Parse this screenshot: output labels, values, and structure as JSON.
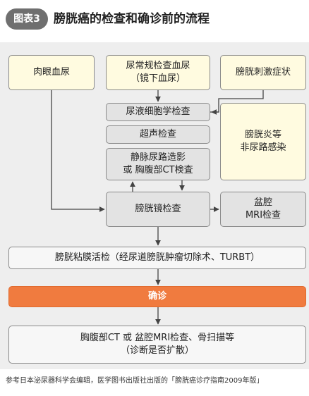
{
  "figure": {
    "label": "图表3",
    "title": "膀胱癌的检查和确诊前的流程"
  },
  "nodes": {
    "flesh_eye_hematuria": "肉眼血尿",
    "urine_routine_line1": "尿常规检查血尿",
    "urine_routine_line2": "（镜下血尿）",
    "bladder_irritation": "膀胱刺激症状",
    "urine_cytology": "尿液细胞学检查",
    "ultrasound": "超声检查",
    "ivp_line1": "静脉尿路造影",
    "ivp_line2": "或 胸腹部CT検査",
    "cystitis_line1": "膀胱炎等",
    "cystitis_line2": "非尿路感染",
    "cystoscopy": "膀胱镜检查",
    "pelvic_mri_line1": "盆腔",
    "pelvic_mri_line2": "MRI检查",
    "biopsy": "膀胱粘膜活检（经尿道膀胱肿瘤切除术、TURBT）",
    "diagnosis": "确诊",
    "staging_line1": "胸腹部CT 或 盆腔MRI检查、骨扫描等",
    "staging_line2": "（诊断是否扩散）"
  },
  "caption": "参考日本泌尿器科学会编辑，医学图书出版社出版的「膀胱癌诊疗指南2009年版」",
  "colors": {
    "symptom_fill": "#fffbe0",
    "exam_fill": "#e3e3e3",
    "diagnosis_fill": "#f07b3f",
    "panel_bg": "#eeeeee",
    "arrow": "#444444"
  }
}
